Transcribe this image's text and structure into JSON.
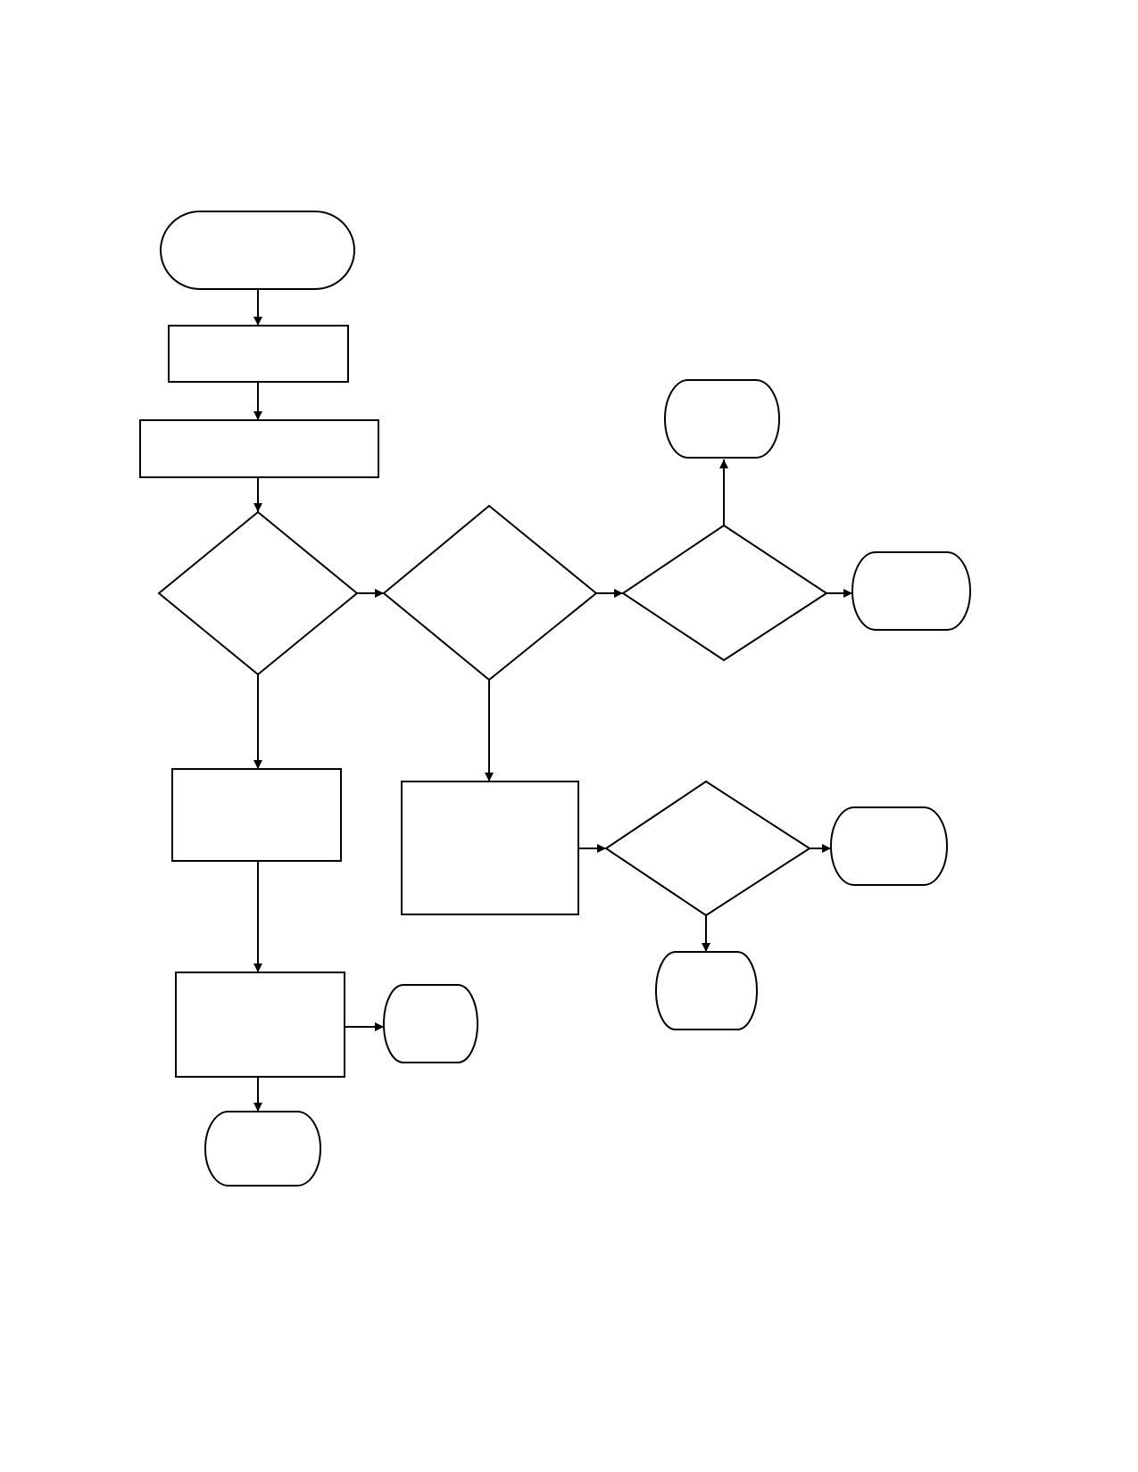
{
  "diagram": {
    "type": "flowchart",
    "nodes": [
      {
        "id": "start",
        "shape": "terminal",
        "label": ""
      },
      {
        "id": "step-1",
        "shape": "process",
        "label": ""
      },
      {
        "id": "step-2",
        "shape": "process",
        "label": ""
      },
      {
        "id": "decision-1",
        "shape": "decision",
        "label": ""
      },
      {
        "id": "decision-2",
        "shape": "decision",
        "label": ""
      },
      {
        "id": "decision-3",
        "shape": "decision",
        "label": ""
      },
      {
        "id": "end-top",
        "shape": "terminal",
        "label": ""
      },
      {
        "id": "end-right-1",
        "shape": "terminal",
        "label": ""
      },
      {
        "id": "step-3",
        "shape": "process",
        "label": ""
      },
      {
        "id": "step-4",
        "shape": "process",
        "label": ""
      },
      {
        "id": "decision-4",
        "shape": "decision",
        "label": ""
      },
      {
        "id": "end-right-2",
        "shape": "terminal",
        "label": ""
      },
      {
        "id": "end-mid-bottom",
        "shape": "terminal",
        "label": ""
      },
      {
        "id": "step-5",
        "shape": "process",
        "label": ""
      },
      {
        "id": "end-side-small",
        "shape": "terminal",
        "label": ""
      },
      {
        "id": "end-bottom",
        "shape": "terminal",
        "label": ""
      }
    ],
    "edges": [
      {
        "from": "start",
        "to": "step-1"
      },
      {
        "from": "step-1",
        "to": "step-2"
      },
      {
        "from": "step-2",
        "to": "decision-1"
      },
      {
        "from": "decision-1",
        "to": "decision-2"
      },
      {
        "from": "decision-1",
        "to": "step-3"
      },
      {
        "from": "decision-2",
        "to": "decision-3"
      },
      {
        "from": "decision-2",
        "to": "step-4"
      },
      {
        "from": "decision-3",
        "to": "end-top"
      },
      {
        "from": "decision-3",
        "to": "end-right-1"
      },
      {
        "from": "step-4",
        "to": "decision-4"
      },
      {
        "from": "decision-4",
        "to": "end-right-2"
      },
      {
        "from": "decision-4",
        "to": "end-mid-bottom"
      },
      {
        "from": "step-3",
        "to": "step-5"
      },
      {
        "from": "step-5",
        "to": "end-side-small"
      },
      {
        "from": "step-5",
        "to": "end-bottom"
      }
    ]
  },
  "colors": {
    "stroke": "#000000",
    "fill": "#ffffff",
    "background": "#ffffff"
  }
}
